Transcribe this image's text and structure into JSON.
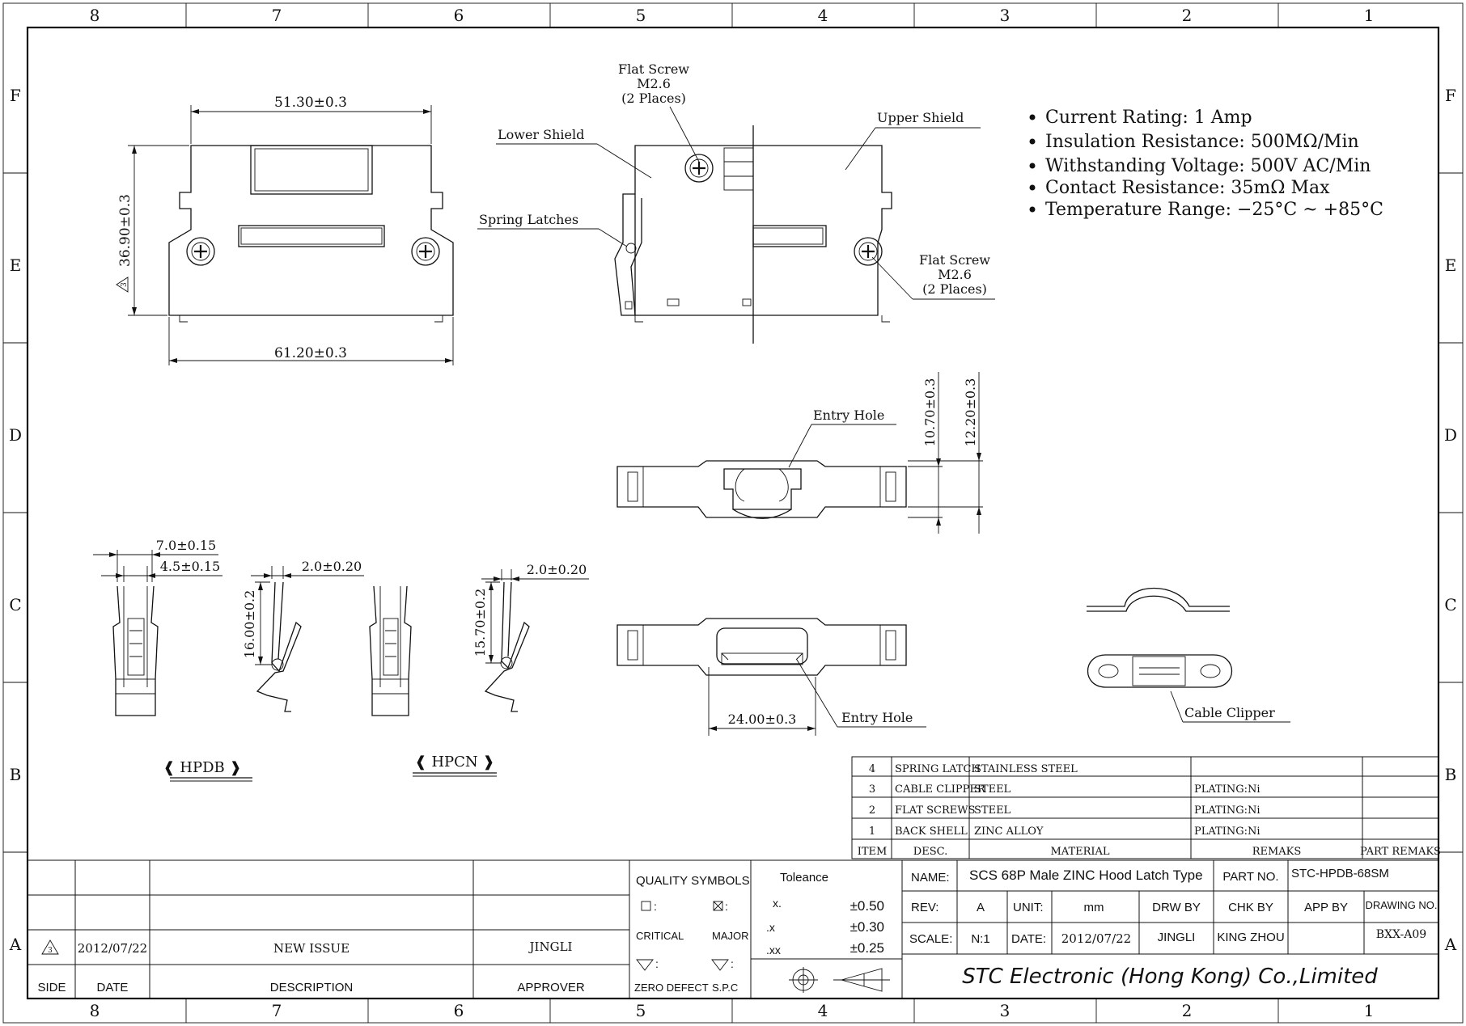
{
  "grid": {
    "columns": [
      "8",
      "7",
      "6",
      "5",
      "4",
      "3",
      "2",
      "1"
    ],
    "rows": [
      "F",
      "E",
      "D",
      "C",
      "B",
      "A"
    ]
  },
  "top_view": {
    "width_top": "51.30±0.3",
    "width_bottom": "61.20±0.3",
    "height": "36.90±0.3",
    "height_marker": "3"
  },
  "side_view": {
    "flat_screw_top": [
      "Flat Screw",
      "M2.6",
      "(2 Places)"
    ],
    "lower_shield": "Lower Shield",
    "upper_shield": "Upper Shield",
    "spring_latches": "Spring Latches",
    "flat_screw_right": [
      "Flat Screw",
      "M2.6",
      "(2 Places)"
    ]
  },
  "specs": [
    "Current Rating: 1 Amp",
    "Insulation Resistance: 500MΩ/Min",
    "Withstanding Voltage: 500V AC/Min",
    "Contact Resistance: 35mΩ Max",
    "Temperature Range: −25°C ~ +85°C"
  ],
  "entry_view_top": {
    "label": "Entry Hole",
    "dim_inner": "10.70±0.3",
    "dim_outer": "12.20±0.3"
  },
  "entry_view_bottom": {
    "label": "Entry Hole",
    "dim_width": "24.00±0.3"
  },
  "latch_hpdb": {
    "dim_a": "7.0±0.15",
    "dim_b": "4.5±0.15",
    "dim_c": "2.0±0.20",
    "dim_height": "16.00±0.2",
    "title": "HPDB"
  },
  "latch_hpcn": {
    "dim_c": "2.0±0.20",
    "dim_height": "15.70±0.2",
    "title": "HPCN"
  },
  "cable_clipper": {
    "label": "Cable Clipper"
  },
  "bom": {
    "headers": [
      "ITEM",
      "DESC.",
      "MATERIAL",
      "REMAKS",
      "PART REMAKS"
    ],
    "rows": [
      {
        "item": "4",
        "desc": "SPRING LATCH",
        "material": "STAINLESS STEEL",
        "remark": ""
      },
      {
        "item": "3",
        "desc": "CABLE CLIPPER",
        "material": "STEEL",
        "remark": "PLATING:Ni"
      },
      {
        "item": "2",
        "desc": "FLAT SCREWS",
        "material": "STEEL",
        "remark": "PLATING:Ni"
      },
      {
        "item": "1",
        "desc": "BACK SHELL",
        "material": "ZINC ALLOY",
        "remark": "PLATING:Ni"
      }
    ]
  },
  "revision": {
    "side": "3",
    "date": "2012/07/22",
    "description": "NEW ISSUE",
    "approver": "JINGLI",
    "headers": [
      "SIDE",
      "DATE",
      "DESCRIPTION",
      "APPROVER"
    ]
  },
  "quality": {
    "title": "QUALITY SYMBOLS",
    "critical": "CRITICAL",
    "major": "MAJOR",
    "zero_defect": "ZERO DEFECT",
    "spc": "S.P.C"
  },
  "tolerance": {
    "title": "Toleance",
    "rows": [
      {
        "k": "x.",
        "v": "±0.50"
      },
      {
        "k": ".x",
        "v": "±0.30"
      },
      {
        "k": ".xx",
        "v": "±0.25"
      }
    ]
  },
  "title_block": {
    "name_label": "NAME:",
    "name_value": "SCS 68P Male ZINC Hood Latch Type",
    "part_no_label": "PART NO.",
    "part_no_value": "STC-HPDB-68SM",
    "rev_label": "REV:",
    "rev_value": "A",
    "unit_label": "UNIT:",
    "unit_value": "mm",
    "drw_by_label": "DRW BY",
    "chk_by_label": "CHK BY",
    "app_by_label": "APP BY",
    "drawing_no_label": "DRAWING NO.",
    "scale_label": "SCALE:",
    "scale_value": "N:1",
    "date_label": "DATE:",
    "date_value": "2012/07/22",
    "drw_by_value": "JINGLI",
    "chk_by_value": "KING ZHOU",
    "drawing_no_value": "BXX-A09",
    "company": "STC Electronic (Hong Kong) Co.,Limited"
  }
}
